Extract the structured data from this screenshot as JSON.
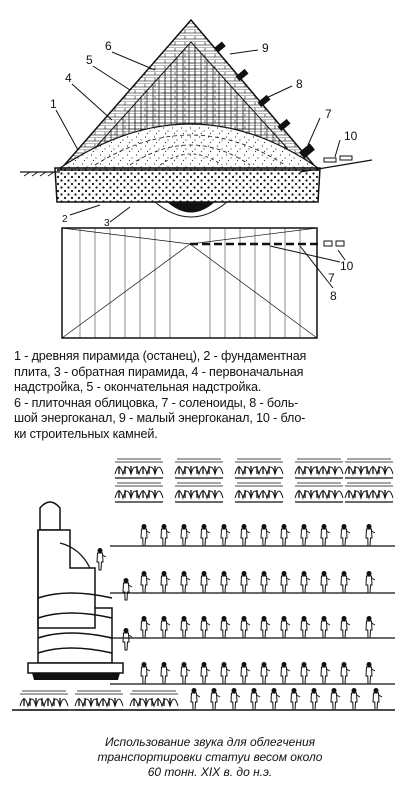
{
  "figure1": {
    "markers": [
      "1",
      "2",
      "3",
      "4",
      "5",
      "6",
      "7",
      "8",
      "9",
      "10"
    ],
    "caption_lines": [
      "1 - древняя пирамида (останец), 2 - фундаментная",
      "плита, 3 - обратная пирамида, 4 - первоначальная",
      "надстройка, 5 - окончательная надстройка.",
      "6 - плиточная облицовка, 7 - соленоиды, 8 - боль-",
      "шой энергоканал, 9 - малый энергоканал, 10 - бло-",
      "ки  строительных камней."
    ]
  },
  "figure2": {
    "caption_lines": [
      "Использование звука для облегчения",
      "транспортировки статуи весом около",
      "60 тонн. XIX в. до н.э."
    ]
  }
}
